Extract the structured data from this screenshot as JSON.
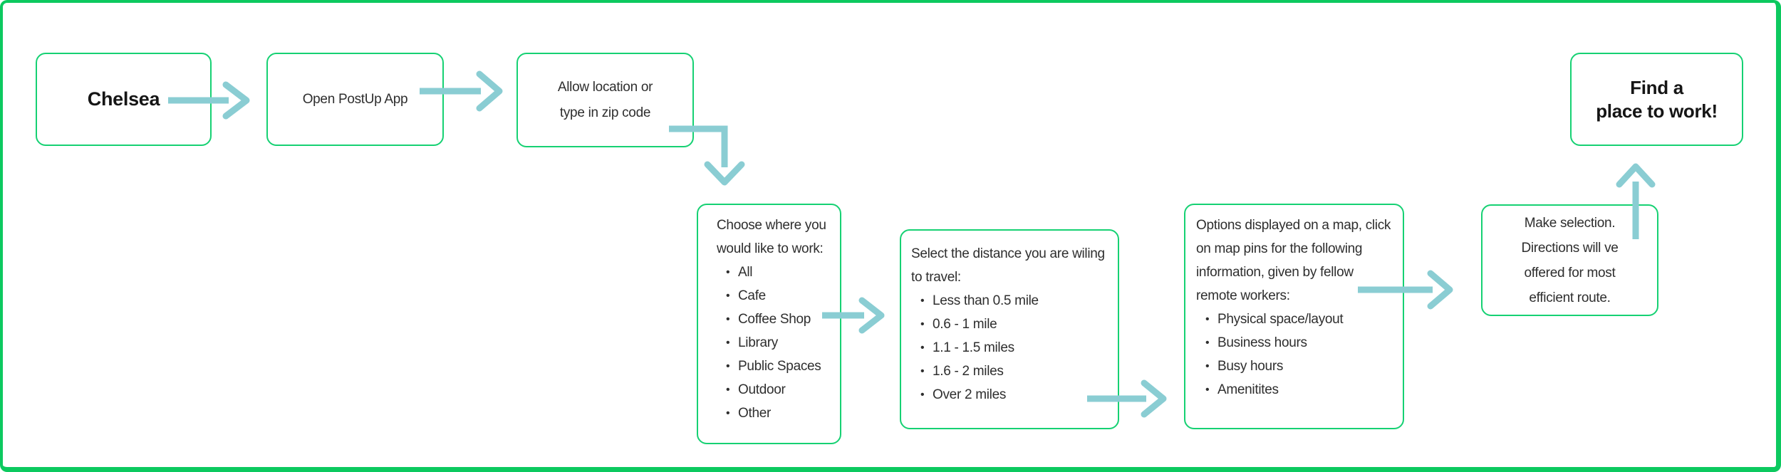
{
  "colors": {
    "frame_green": "#0cc95f",
    "box_green": "#16d173",
    "arrow_teal": "#8acdd3",
    "text": "#2e2e2e"
  },
  "flow": {
    "bullet_char": "•",
    "nodes": [
      {
        "id": "chelsea",
        "label": "Chelsea"
      },
      {
        "id": "open-app",
        "label": "Open PostUp App"
      },
      {
        "id": "allow-location",
        "lines": [
          "Allow location or",
          "type in zip code"
        ]
      },
      {
        "id": "choose-place",
        "title_lines": [
          "Choose where you",
          "would like to work:"
        ],
        "bullets": [
          "All",
          "Cafe",
          "Coffee Shop",
          "Library",
          "Public Spaces",
          "Outdoor",
          "Other"
        ]
      },
      {
        "id": "distance",
        "title_lines": [
          "Select the distance you are wiling",
          "to travel:"
        ],
        "bullets": [
          "Less than 0.5 mile",
          "0.6 - 1 mile",
          "1.1 - 1.5 miles",
          "1.6 - 2 miles",
          "Over 2 miles"
        ]
      },
      {
        "id": "map-options",
        "title_lines": [
          "Options displayed on a map, click",
          "on map pins for the following",
          "information, given by fellow",
          "remote workers:"
        ],
        "bullets": [
          "Physical space/layout",
          "Business hours",
          "Busy hours",
          "Amenitites"
        ]
      },
      {
        "id": "selection",
        "lines": [
          "Make selection.",
          "Directions will ve",
          "offered for most",
          "efficient route."
        ]
      },
      {
        "id": "goal",
        "lines": [
          "Find a",
          "place to work!"
        ]
      }
    ]
  }
}
